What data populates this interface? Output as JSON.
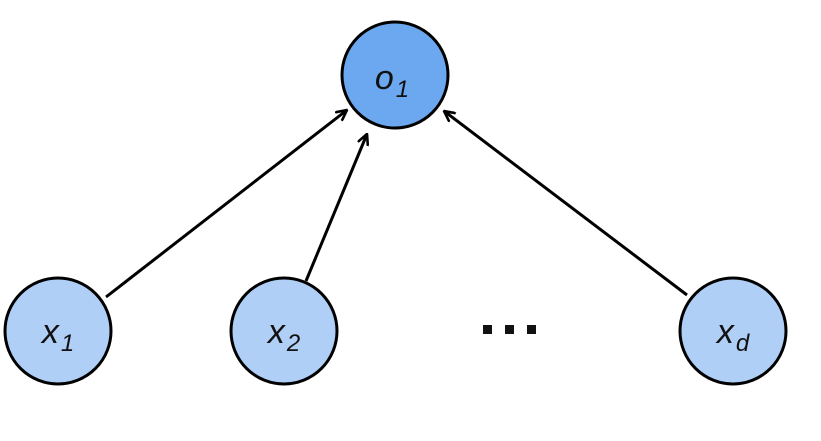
{
  "diagram": {
    "output_node": {
      "symbol": "o",
      "subscript": "1",
      "fill": "#6CA8F0",
      "stroke": "#000000"
    },
    "input_nodes": [
      {
        "symbol": "x",
        "subscript": "1",
        "fill": "#AFCFF7",
        "stroke": "#000000"
      },
      {
        "symbol": "x",
        "subscript": "2",
        "fill": "#AFCFF7",
        "stroke": "#000000"
      },
      {
        "symbol": "x",
        "subscript": "d",
        "fill": "#AFCFF7",
        "stroke": "#000000"
      }
    ],
    "ellipsis": "...",
    "edges": [
      {
        "from": "x1",
        "to": "o1"
      },
      {
        "from": "x2",
        "to": "o1"
      },
      {
        "from": "xd",
        "to": "o1"
      }
    ],
    "edge_color": "#000000"
  }
}
